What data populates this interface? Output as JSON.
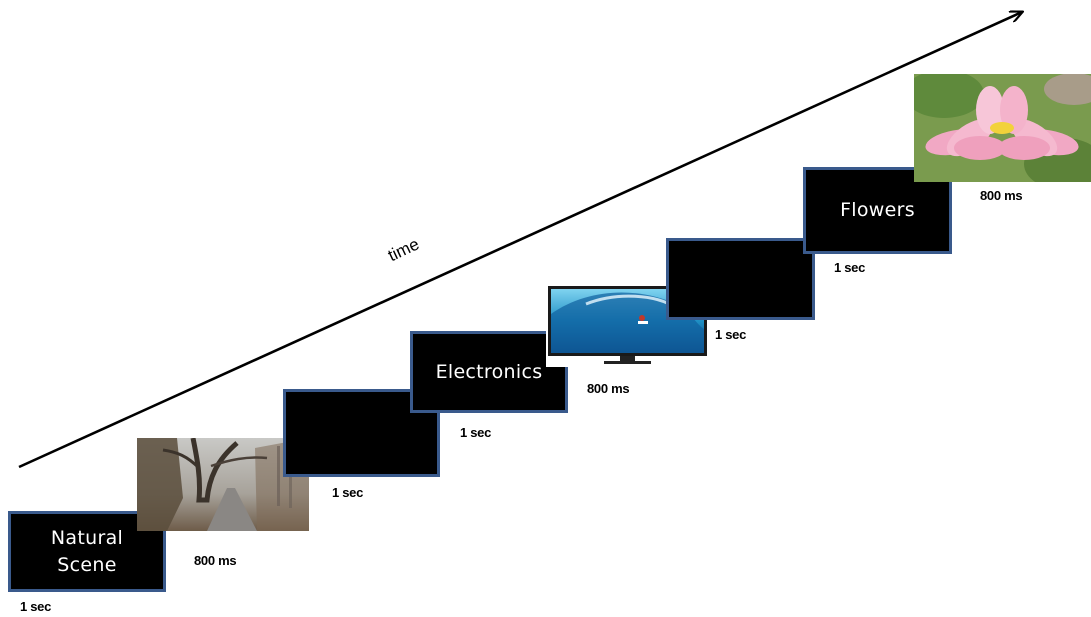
{
  "axis": {
    "label": "time"
  },
  "trial_sequence": [
    {
      "kind": "cue",
      "label": "Natural\nScene",
      "duration": "1 sec"
    },
    {
      "kind": "image",
      "content": "foggy forest road photo",
      "duration": "800 ms"
    },
    {
      "kind": "blank",
      "label": "",
      "duration": "1 sec"
    },
    {
      "kind": "cue",
      "label": "Electronics",
      "duration": "1 sec"
    },
    {
      "kind": "image",
      "content": "television showing surfer on wave",
      "duration": "800 ms"
    },
    {
      "kind": "blank",
      "label": "",
      "duration": "1 sec"
    },
    {
      "kind": "cue",
      "label": "Flowers",
      "duration": "1 sec"
    },
    {
      "kind": "image",
      "content": "pink lotus flower photo",
      "duration": "800 ms"
    }
  ],
  "colors": {
    "screen_bg": "#000000",
    "screen_border": "#3a5a8c",
    "arrow": "#000000"
  }
}
